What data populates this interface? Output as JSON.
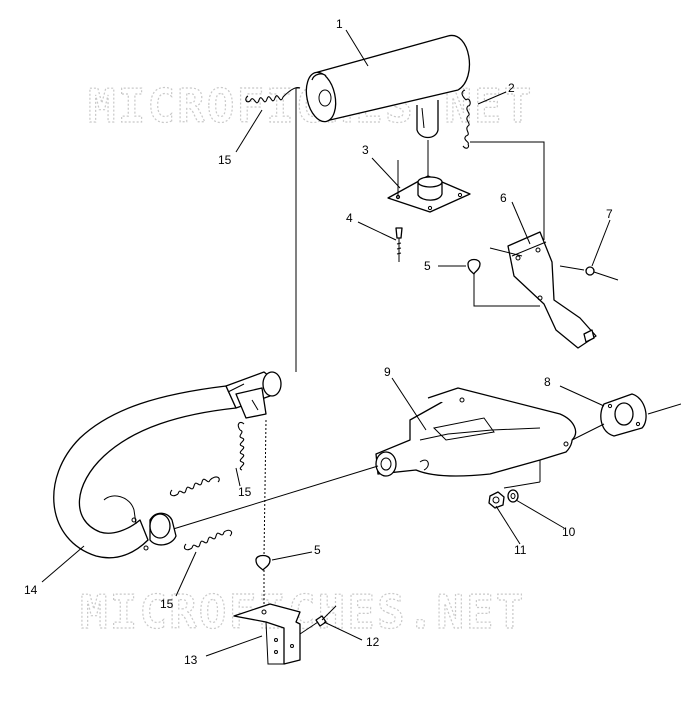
{
  "watermark": {
    "top": "MICROFICHES.NET",
    "bottom": "MICROFICHES.NET"
  },
  "callouts": {
    "c1": "1",
    "c2": "2",
    "c3": "3",
    "c4": "4",
    "c5a": "5",
    "c6": "6",
    "c7": "7",
    "c8": "8",
    "c9": "9",
    "c10": "10",
    "c11": "11",
    "c12": "12",
    "c13": "13",
    "c14": "14",
    "c15a": "15",
    "c15b": "15",
    "c15c": "15",
    "c5b": "5"
  }
}
